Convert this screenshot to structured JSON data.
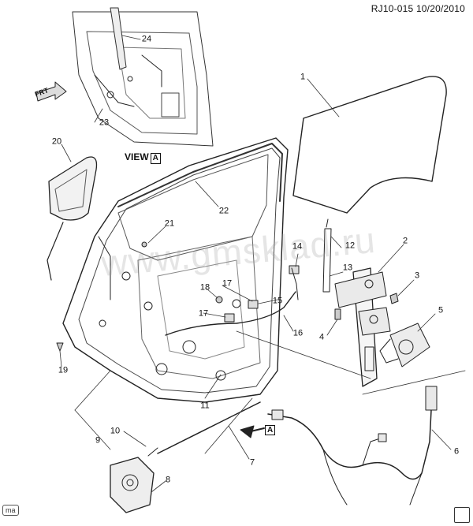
{
  "header": {
    "code": "RJ10-015",
    "date": "10/20/2010"
  },
  "view_label": {
    "text": "VIEW",
    "ref": "A"
  },
  "direction_tag": "FRT",
  "arrow_ref": "A",
  "corner_badge": "ma",
  "watermark": "www.gmsklad.ru",
  "callouts": {
    "c1": "1",
    "c2": "2",
    "c3": "3",
    "c4": "4",
    "c5": "5",
    "c6": "6",
    "c7": "7",
    "c8": "8",
    "c9": "9",
    "c10": "10",
    "c11": "11",
    "c12": "12",
    "c13": "13",
    "c14": "14",
    "c15": "15",
    "c16": "16",
    "c17a": "17",
    "c17b": "17",
    "c18": "18",
    "c19": "19",
    "c20": "20",
    "c21": "21",
    "c22": "22",
    "c23": "23",
    "c24": "24"
  },
  "icons": [
    "front-direction-arrow-icon",
    "view-arrow-icon",
    "document-corner-icon"
  ]
}
